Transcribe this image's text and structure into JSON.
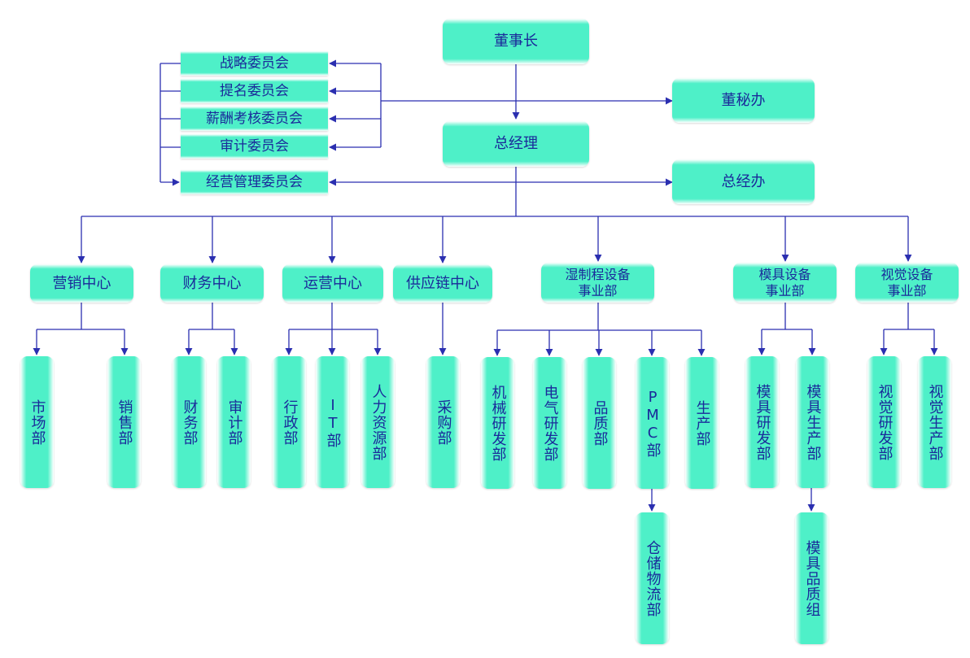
{
  "chairman": "董事长",
  "committees": [
    "战略委员会",
    "提名委员会",
    "薪酬考核委员会",
    "审计委员会",
    "经营管理委员会"
  ],
  "board_secretary_office": "董秘办",
  "general_manager": "总经理",
  "gm_office": "总经办",
  "centers": {
    "marketing": "营销中心",
    "finance": "财务中心",
    "operations": "运营中心",
    "supply_chain": "供应链中心",
    "wet_process": "湿制程设备事业部",
    "mold": "模具设备事业部",
    "vision": "视觉设备事业部"
  },
  "departments": {
    "market": "市场部",
    "sales": "销售部",
    "finance": "财务部",
    "audit": "审计部",
    "admin": "行政部",
    "it": "IT部",
    "hr": "人力资源部",
    "purchasing": "采购部",
    "mech_rd": "机械研发部",
    "elec_rd": "电气研发部",
    "quality": "品质部",
    "pmc": "PMC部",
    "production": "生产部",
    "mold_rd": "模具研发部",
    "mold_production": "模具生产部",
    "vision_rd": "视觉研发部",
    "vision_production": "视觉生产部",
    "warehouse": "仓储物流部",
    "mold_quality": "模具品质组"
  },
  "colors": {
    "box_fill": "#4ef0c8",
    "text": "#1a2a9a",
    "line": "#2b2fb0"
  }
}
